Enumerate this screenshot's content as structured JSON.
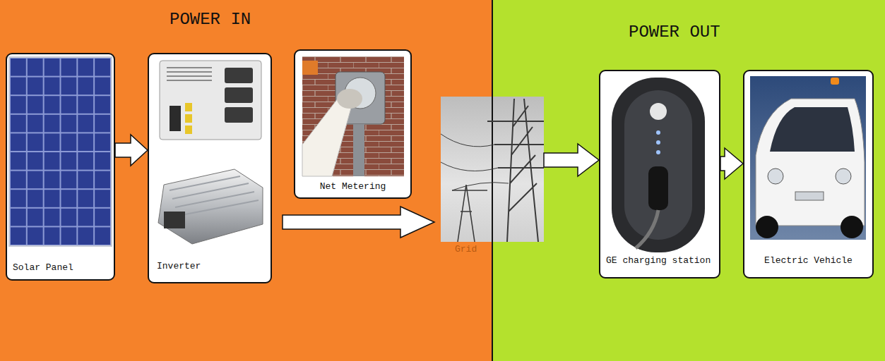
{
  "diagram": {
    "nodes": [
      {
        "text": [
          "POWER IN"
        ]
      },
      {
        "text": [
          "Solar Panel"
        ],
        "in": 0
      },
      {
        "text": [
          "Inverter"
        ],
        "in": 0
      },
      {
        "text": [
          "Net Metering"
        ],
        "in": 0
      },
      {
        "text": [
          "Grid"
        ]
      },
      {
        "text": [
          "POWER OUT"
        ]
      },
      {
        "text": [
          "GE charging station"
        ],
        "in": 5
      },
      {
        "text": [
          "Electric Vehicle"
        ],
        "in": 5
      }
    ],
    "edges": [
      {
        "from": 1,
        "to": 2,
        "arrow": "to"
      },
      {
        "from": 2,
        "to": 4,
        "arrow": "to"
      },
      {
        "from": 4,
        "to": 6,
        "arrow": "to"
      },
      {
        "from": 6,
        "to": 7,
        "arrow": "to"
      }
    ]
  }
}
